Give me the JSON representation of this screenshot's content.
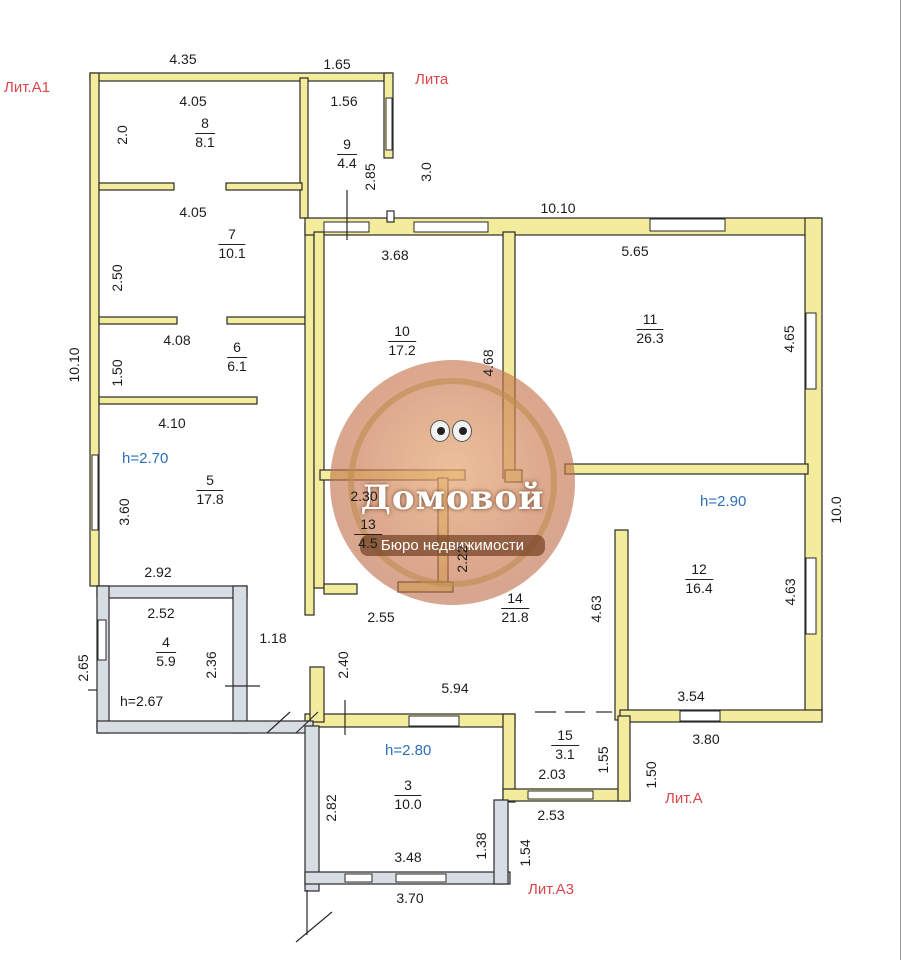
{
  "labels": {
    "lit_a1": "Лит.А1",
    "lita": "Лита",
    "lit_a": "Лит.А",
    "lit_a3": "Лит.А3"
  },
  "heights": {
    "h_left": "h=2.70",
    "h_right": "h=2.90",
    "h_room4": "h=2.67",
    "h_room3": "h=2.80"
  },
  "rooms": [
    {
      "num": "8",
      "area": "8.1"
    },
    {
      "num": "9",
      "area": "4.4"
    },
    {
      "num": "7",
      "area": "10.1"
    },
    {
      "num": "6",
      "area": "6.1"
    },
    {
      "num": "10",
      "area": "17.2"
    },
    {
      "num": "11",
      "area": "26.3"
    },
    {
      "num": "5",
      "area": "17.8"
    },
    {
      "num": "13",
      "area": "4.5"
    },
    {
      "num": "12",
      "area": "16.4"
    },
    {
      "num": "14",
      "area": "21.8"
    },
    {
      "num": "4",
      "area": "5.9"
    },
    {
      "num": "15",
      "area": "3.1"
    },
    {
      "num": "3",
      "area": "10.0"
    }
  ],
  "dimensions": {
    "d435": "4.35",
    "d165": "1.65",
    "d405a": "4.05",
    "d156": "1.56",
    "d20": "2.0",
    "d285": "2.85",
    "d30": "3.0",
    "d1010top": "10.10",
    "d405b": "4.05",
    "d368": "3.68",
    "d565": "5.65",
    "d250": "2.50",
    "d408": "4.08",
    "d1010left": "10.10",
    "d150": "1.50",
    "d468": "4.68",
    "d465": "4.65",
    "d410": "4.10",
    "d360": "3.60",
    "d230": "2.30",
    "d100": "10.0",
    "d292": "2.92",
    "d252": "2.52",
    "d255": "2.55",
    "d463a": "4.63",
    "d463b": "4.63",
    "d118": "1.18",
    "d236": "2.36",
    "d265": "2.65",
    "d240": "2.40",
    "d594": "5.94",
    "d354": "3.54",
    "d380": "3.80",
    "d203": "2.03",
    "d155": "1.55",
    "d150b": "1.50",
    "d253": "2.53",
    "d282": "2.82",
    "d138": "1.38",
    "d154": "1.54",
    "d348": "3.48",
    "d370": "3.70",
    "d222": "2.22"
  },
  "watermark": {
    "title": "Домовой",
    "subtitle": "Бюро недвижимости"
  }
}
